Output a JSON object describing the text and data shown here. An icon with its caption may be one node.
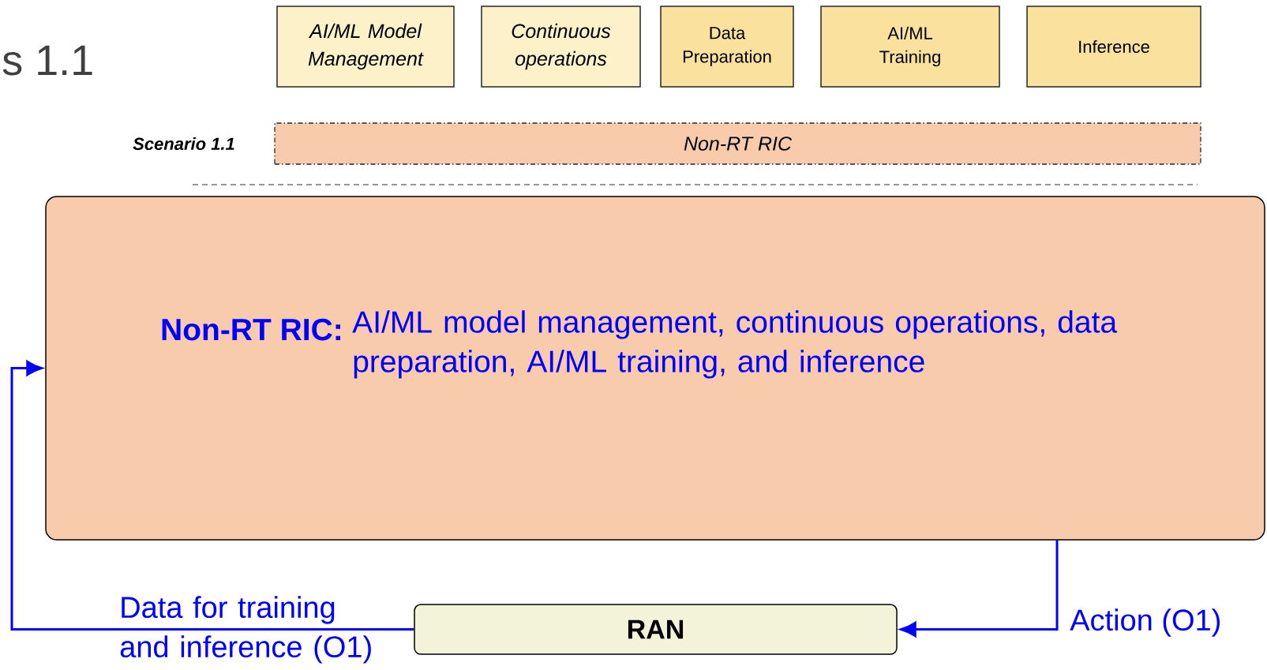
{
  "diagram": {
    "nodes": [
      {
        "text": [
          "AI/ML Model Management"
        ]
      },
      {
        "text": [
          "Continuous operations"
        ]
      },
      {
        "text": [
          "Data Preparation"
        ]
      },
      {
        "text": [
          "AI/ML Training"
        ]
      },
      {
        "text": [
          "Inference"
        ]
      },
      {
        "text": [
          "Non-RT RIC"
        ],
        "beside": [
          "Scenario 1.1"
        ]
      },
      {
        "text": [
          "Non-RT RIC:",
          "AI/ML model management, continuous operations, data preparation, AI/ML training, and inference"
        ]
      },
      {
        "text": [
          "RAN"
        ]
      }
    ],
    "edges": [
      {
        "from": 7,
        "to": 6,
        "arrow": "to",
        "label": "Data for training and inference (O1)"
      },
      {
        "from": 6,
        "to": 7,
        "arrow": "to",
        "label": "Action (O1)"
      }
    ],
    "labels": [
      "s 1.1"
    ]
  }
}
